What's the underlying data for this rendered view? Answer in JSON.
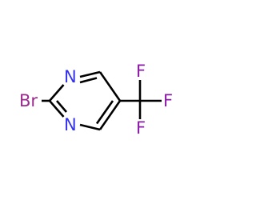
{
  "molecule": {
    "atoms": {
      "n1": {
        "label": "N",
        "color": "#3333ee"
      },
      "n3": {
        "label": "N",
        "color": "#3333ee"
      },
      "br": {
        "label": "Br",
        "color": "#9a2b8c"
      },
      "f1": {
        "label": "F",
        "color": "#8c1aa6"
      },
      "f2": {
        "label": "F",
        "color": "#8c1aa6"
      },
      "f3": {
        "label": "F",
        "color": "#8c1aa6"
      }
    },
    "bond_color": "#000000"
  }
}
